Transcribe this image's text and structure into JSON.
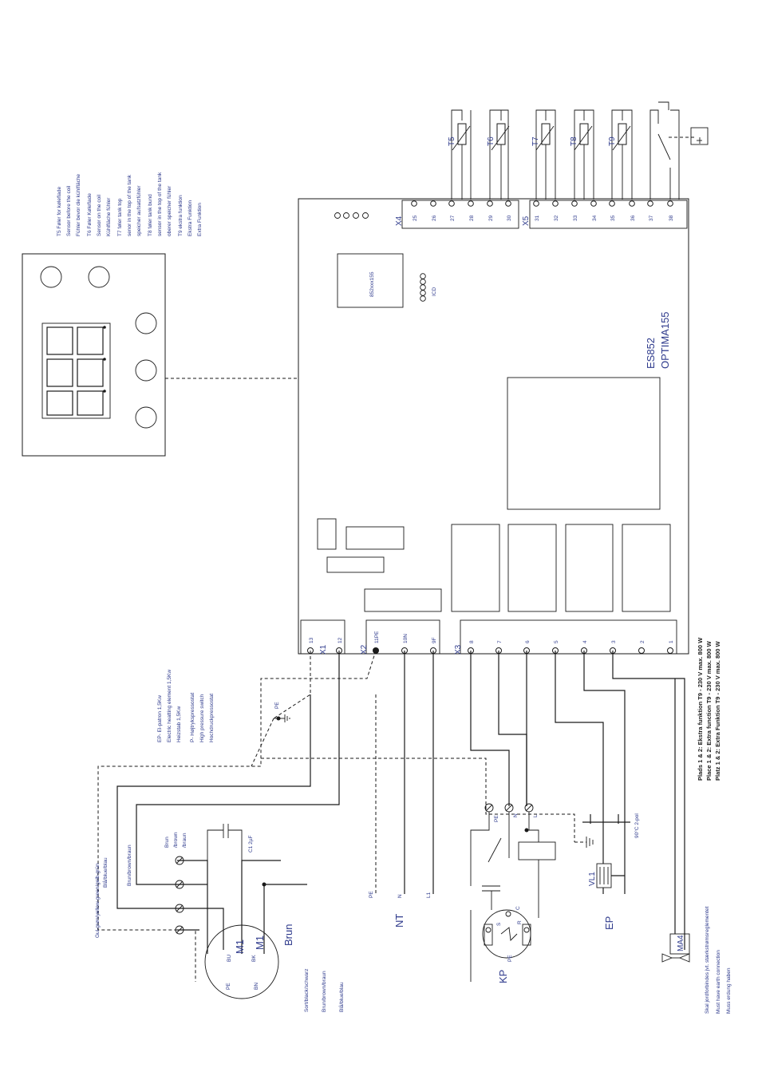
{
  "controller": {
    "model": "ES852",
    "name": "OPTIMA155",
    "chip": "852xxx155",
    "chip2": "ICD"
  },
  "sensor_legend": [
    "T5 Føler for køleflade",
    "Sensor before the coil",
    "Fühler bevor die kühlfläche",
    "T6 Føler Køleflade",
    "Sensor on the coil",
    "Kühlfläche fühler",
    "T7 føler tank top",
    "senor in the top of the tank",
    "speicher aufsatzfühler",
    "T8 føler tank bund",
    "sensor in the top of the tank",
    "oberer speicher fühler",
    "T9 ekstra funktion",
    "Ekstra Funktion",
    "Extra Funktion"
  ],
  "sensors": [
    "T5",
    "T6",
    "T7",
    "T8",
    "T9"
  ],
  "connectors": {
    "X4": {
      "label": "X4",
      "terminals": [
        "25",
        "26",
        "27",
        "28",
        "29",
        "30"
      ]
    },
    "X5": {
      "label": "X5",
      "terminals": [
        "31",
        "32",
        "33",
        "34",
        "35",
        "36",
        "37",
        "38"
      ]
    },
    "X1": {
      "label": "X1",
      "terminals": [
        "13",
        "12"
      ]
    },
    "X2": {
      "label": "X2",
      "terminals": [
        "11PE",
        "10N",
        "9F"
      ]
    },
    "X3": {
      "label": "X3",
      "terminals": [
        "8",
        "7",
        "6",
        "5",
        "4",
        "3",
        "2",
        "1"
      ]
    }
  },
  "ep_legend": [
    "EP- El-patron 1,5Kw",
    "Electric heatting element 1,5Kw",
    "Heizstab 1,5Kw",
    "P- Højtrykspressostat",
    "High pressure switch",
    "Hochdruckpressostat"
  ],
  "extra_notes": [
    "Plads 1 & 2: Ekstra funktion T9 - 230 V max. 800 W",
    "Place 1 & 2: Extra function T9 - 230 V max. 800 W",
    "Platz 1 & 2: Extra Funktion T9 - 230 V max. 800 W"
  ],
  "wire_colors": {
    "yellow_green": "Gul-grøn/yellow-green/gelb-grün",
    "blue": "Blå/blue/blau",
    "brown": "Brun/brown/braun",
    "brown_stack": [
      "Brun",
      "/brown",
      "/braun"
    ],
    "brown_short": "Brun",
    "black": "Sort/black/schwarz",
    "brown2": "Brun/brown/braun",
    "blue2": "Blå/blue/blau"
  },
  "motor": {
    "label": "M1",
    "label2": "M1",
    "pins": [
      "BU",
      "BK",
      "PE",
      "BN"
    ],
    "capacitor": "C1 2µF"
  },
  "supply": {
    "pe": "PE",
    "n": "N",
    "l1": "L1",
    "nt": "NT"
  },
  "kp": {
    "label": "KP",
    "pe": "PE",
    "n": "N",
    "l": "L",
    "s": "S",
    "c": "C",
    "r": "R",
    "pe2": "PE"
  },
  "ep": {
    "label": "EP",
    "vl1": "VL1",
    "thermostat": "90°C 2-pol"
  },
  "ma4": "MA4",
  "pe_label": "PE",
  "earth_note": [
    "Skal jordforbindes jvt. stærkstrømsreglementet",
    "Must have earth connection",
    "Muss erdung haben"
  ],
  "colors": {
    "ink": "#1a1a1a",
    "label": "#2e3a8c"
  }
}
